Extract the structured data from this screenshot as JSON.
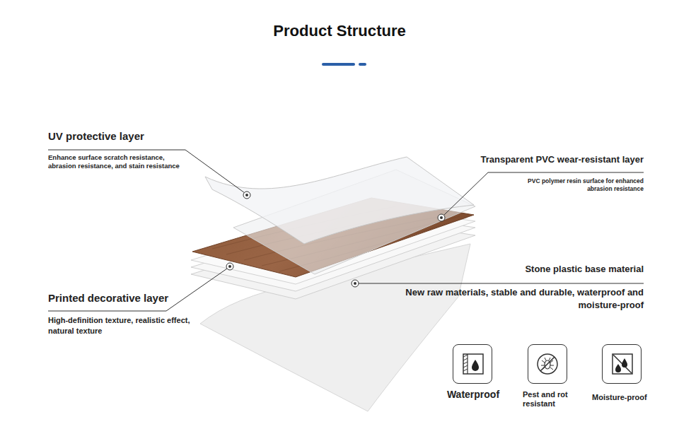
{
  "diagram": {
    "title": "Product Structure",
    "nodes": [
      {
        "text": [
          "Waterproof"
        ]
      },
      {
        "text": [
          "Pest and rot resistant"
        ]
      },
      {
        "text": [
          "Moisture-proof"
        ]
      }
    ],
    "labels": [
      "UV protective layer",
      "Enhance surface scratch resistance, abrasion resistance, and stain resistance",
      "Transparent PVC wear-resistant layer",
      "PVC polymer resin surface for enhanced abrasion resistance",
      "Stone plastic base material",
      "New raw materials, stable and durable, waterproof and moisture-proof",
      "Printed decorative layer",
      "High-definition texture, realistic effect, natural texture"
    ]
  }
}
